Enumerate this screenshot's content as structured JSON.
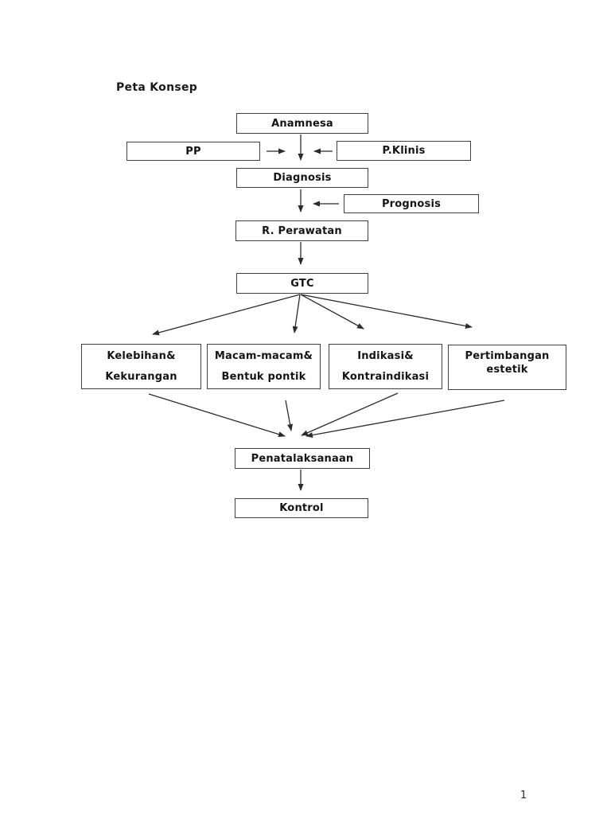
{
  "page": {
    "title": "Peta Konsep",
    "page_number": "1"
  },
  "diagram": {
    "nodes": {
      "anamnesa": {
        "label": "Anamnesa"
      },
      "pp": {
        "label": "PP"
      },
      "pklinis": {
        "label": "P.Klinis"
      },
      "diagnosis": {
        "label": "Diagnosis"
      },
      "prognosis": {
        "label": "Prognosis"
      },
      "rperawatan": {
        "label": "R. Perawatan"
      },
      "gtc": {
        "label": "GTC"
      },
      "kelebihan": {
        "label": [
          "Kelebihan&",
          "Kekurangan"
        ]
      },
      "macam": {
        "label": [
          "Macam-macam&",
          "Bentuk pontik"
        ]
      },
      "indikasi": {
        "label": [
          "Indikasi&",
          "Kontraindikasi"
        ]
      },
      "pertimbangan": {
        "label": [
          "Pertimbangan",
          "estetik"
        ]
      },
      "penatalaksanaan": {
        "label": "Penatalaksanaan"
      },
      "kontrol": {
        "label": "Kontrol"
      }
    },
    "edges": [
      {
        "from": "Anamnesa",
        "to": "Diagnosis"
      },
      {
        "from": "PP",
        "to": "Diagnosis"
      },
      {
        "from": "P.Klinis",
        "to": "Diagnosis"
      },
      {
        "from": "Diagnosis",
        "to": "R. Perawatan"
      },
      {
        "from": "Prognosis",
        "to": "R. Perawatan"
      },
      {
        "from": "R. Perawatan",
        "to": "GTC"
      },
      {
        "from": "GTC",
        "to": "Kelebihan& Kekurangan"
      },
      {
        "from": "GTC",
        "to": "Macam-macam& Bentuk pontik"
      },
      {
        "from": "GTC",
        "to": "Indikasi& Kontraindikasi"
      },
      {
        "from": "GTC",
        "to": "Pertimbangan estetik"
      },
      {
        "from": "Kelebihan& Kekurangan",
        "to": "Penatalaksanaan"
      },
      {
        "from": "Macam-macam& Bentuk pontik",
        "to": "Penatalaksanaan"
      },
      {
        "from": "Indikasi& Kontraindikasi",
        "to": "Penatalaksanaan"
      },
      {
        "from": "Pertimbangan estetik",
        "to": "Penatalaksanaan"
      },
      {
        "from": "Penatalaksanaan",
        "to": "Kontrol"
      }
    ],
    "colors": {
      "background": "#ffffff",
      "box_border": "#3f3f3f",
      "text": "#141414",
      "arrow": "#2b2b2b"
    }
  }
}
